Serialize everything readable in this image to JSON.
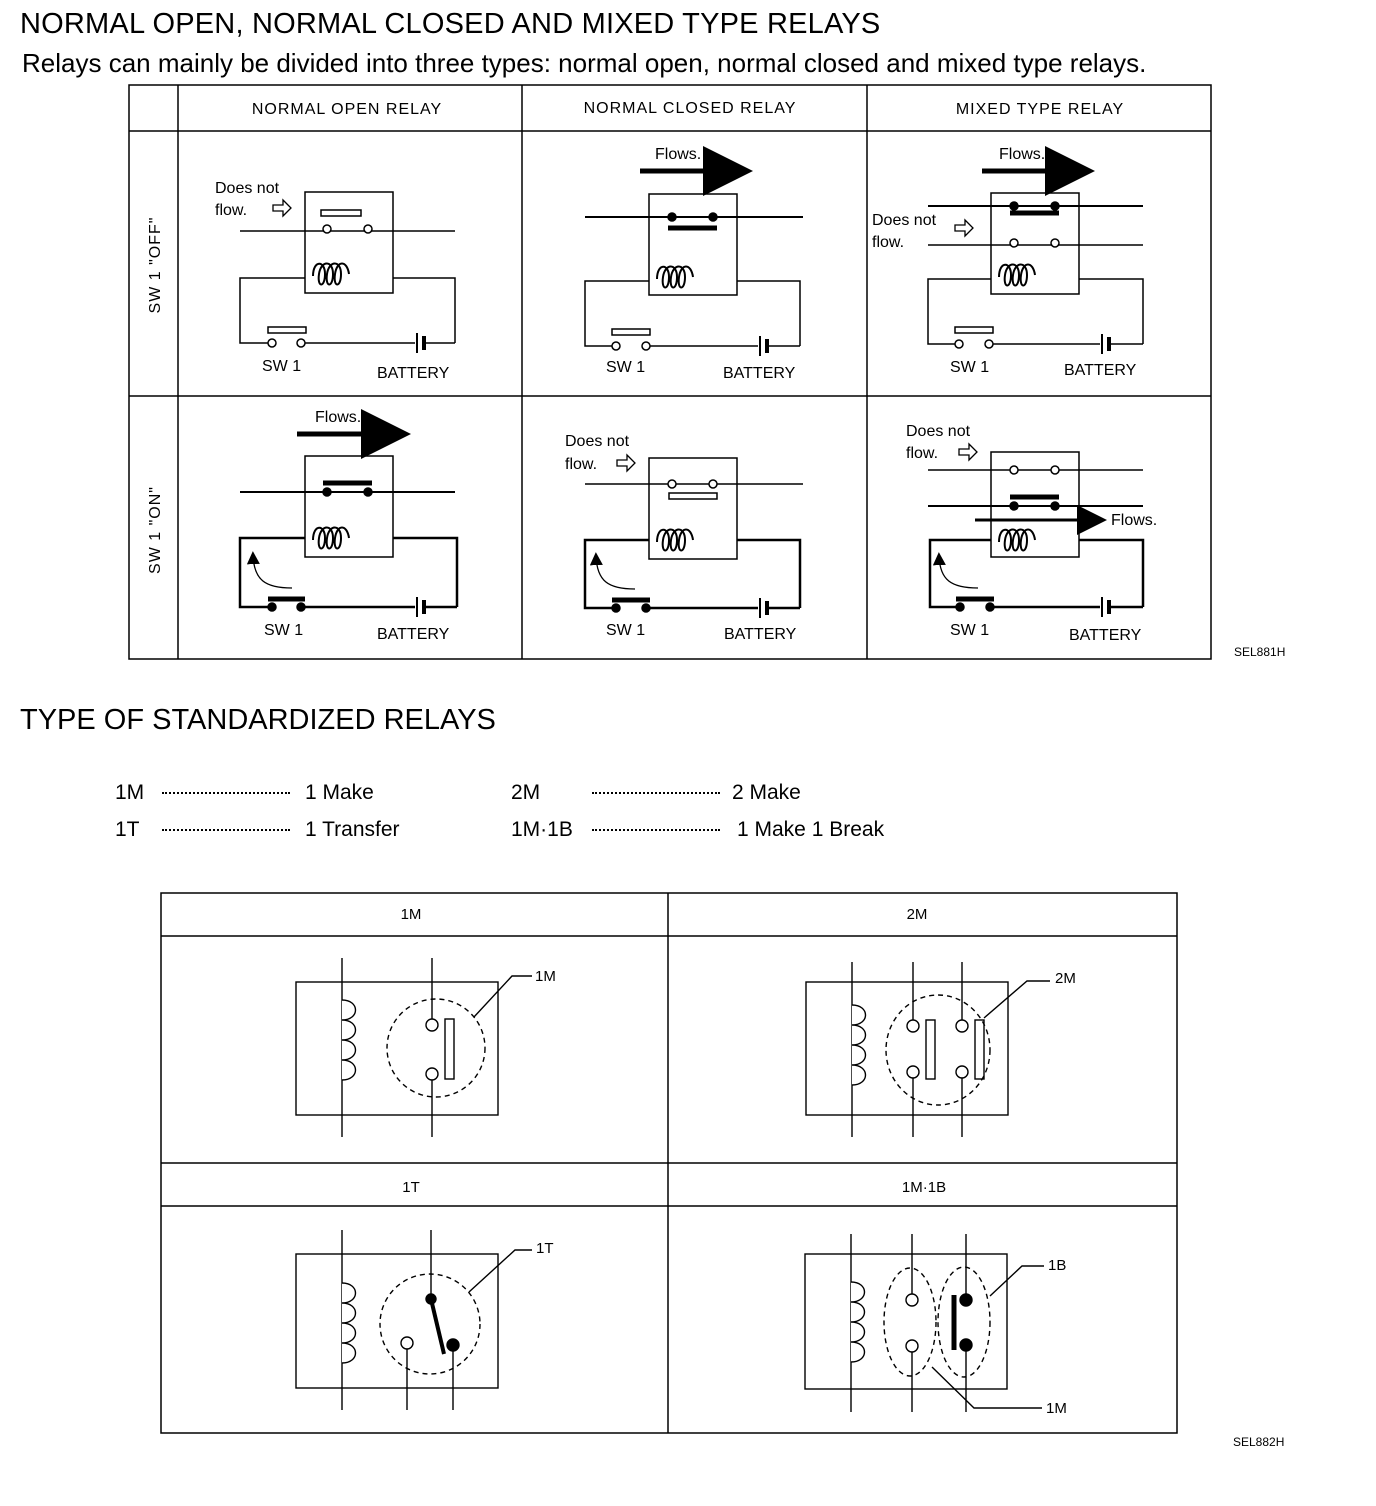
{
  "title": "NORMAL OPEN, NORMAL CLOSED AND MIXED TYPE RELAYS",
  "subtitle": "Relays can mainly be divided into three types: normal open, normal closed and mixed type relays.",
  "table1": {
    "columns": [
      "NORMAL OPEN RELAY",
      "NORMAL CLOSED RELAY",
      "MIXED TYPE RELAY"
    ],
    "rows": [
      "SW 1 \"OFF\"",
      "SW 1 \"ON\""
    ],
    "labels": {
      "does_not": "Does not",
      "flow": "flow.",
      "flows": "Flows.",
      "sw1": "SW 1",
      "battery": "BATTERY"
    },
    "code": "SEL881H"
  },
  "section2_title": "TYPE OF STANDARDIZED RELAYS",
  "legend": [
    {
      "code": "1M",
      "meaning": "1 Make"
    },
    {
      "code": "1T",
      "meaning": "1 Transfer"
    },
    {
      "code": "2M",
      "meaning": "2 Make"
    },
    {
      "code": "1M·1B",
      "meaning": "1 Make 1 Break"
    }
  ],
  "table2": {
    "headers": [
      "1M",
      "2M",
      "1T",
      "1M·1B"
    ],
    "callouts": {
      "m1": "1M",
      "m2": "2M",
      "t1": "1T",
      "b1": "1B",
      "m1b": "1M"
    },
    "code": "SEL882H"
  }
}
